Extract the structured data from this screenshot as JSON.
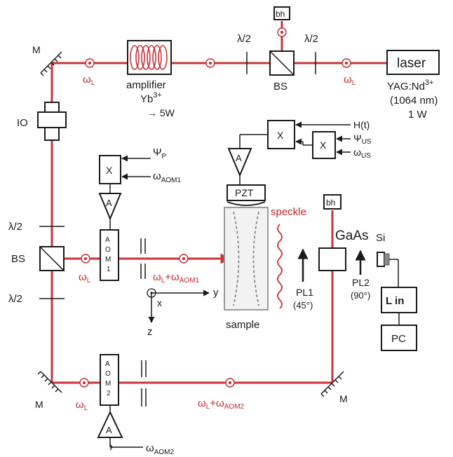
{
  "labels": {
    "mirror": "M",
    "omega_l": "ωL",
    "omega_l_sub": "L",
    "omega": "ω",
    "amplifier": "amplifier",
    "yb": "Yb",
    "yb_sup": "3+",
    "power_5w": "→ 5W",
    "half_wave": "λ/2",
    "bs": "BS",
    "bh": "bh",
    "laser": "laser",
    "yag": "YAG:Nd",
    "yag_sup": "3+",
    "wavelength": "(1064 nm)",
    "power_1w": "1 W",
    "io": "IO",
    "mixer": "X",
    "amp": "A",
    "h_t": "H(t)",
    "psi": "Ψ",
    "psi_us_sub": "US",
    "psi_p_sub": "P",
    "omega_us_sub": "US",
    "omega_aom1_sub": "AOM1",
    "omega_aom2_sub": "AOM2",
    "pzt": "PZT",
    "speckle": "speckle",
    "sample": "sample",
    "pl1": "PL1",
    "pl1_angle": "(45°)",
    "pl2": "PL2",
    "pl2_angle": "(90°)",
    "gaas": "GaAs",
    "si": "Si",
    "lin": "L in",
    "pc": "PC",
    "axis_y": "y",
    "axis_x": "x",
    "axis_z": "z",
    "aom1_chars": [
      "A",
      "O",
      "M",
      "1"
    ],
    "aom2_chars": [
      "A",
      "O",
      "M",
      "2"
    ],
    "plus": "+"
  }
}
